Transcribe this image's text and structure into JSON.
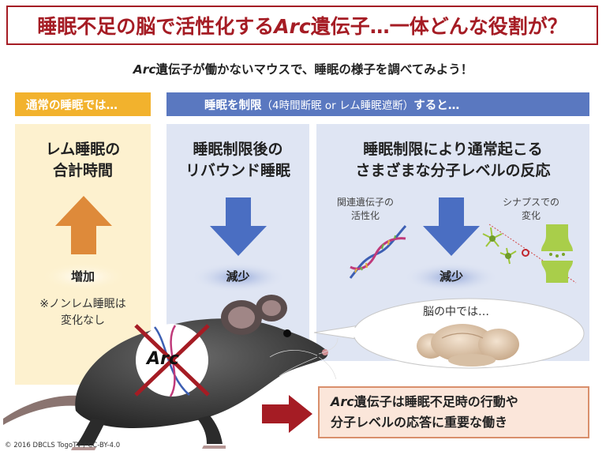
{
  "title": {
    "before": "睡眠不足の脳で活性化する",
    "italic": "Arc",
    "after": "遺伝子…一体どんな役割が？"
  },
  "subtitle": {
    "italic": "Arc",
    "text": "遺伝子が働かないマウスで、睡眠の様子を調べてみよう！"
  },
  "headers": {
    "normal": "通常の睡眠では…",
    "restricted_main": "睡眠を制限",
    "restricted_paren": "（4時間断眠 or レム睡眠遮断）",
    "restricted_tail": "すると…"
  },
  "panel_normal": {
    "title_line1": "レム睡眠の",
    "title_line2": "合計時間",
    "result": "増加",
    "note_line1": "※ノンレム睡眠は",
    "note_line2": "変化なし"
  },
  "panel_rebound": {
    "title_line1": "睡眠制限後の",
    "title_line2": "リバウンド睡眠",
    "result": "減少"
  },
  "panel_molecular": {
    "title_line1": "睡眠制限により通常起こる",
    "title_line2": "さまざまな分子レベルの反応",
    "gene_label_line1": "関連遺伝子の",
    "gene_label_line2": "活性化",
    "synapse_label_line1": "シナプスでの",
    "synapse_label_line2": "変化",
    "result": "減少"
  },
  "mouse": {
    "arc_label": "Arc",
    "bubble_text": "脳の中では…"
  },
  "conclusion": {
    "italic": "Arc",
    "line1_rest": "遺伝子は睡眠不足時の行動や",
    "line2": "分子レベルの応答に重要な働き"
  },
  "copyright": "© 2016 DBCLS TogoTV / CC-BY-4.0",
  "colors": {
    "title_red": "#a51c24",
    "header_yellow": "#f2b22d",
    "header_blue": "#5a78c0",
    "panel_yellow": "#fdf1cf",
    "panel_blue": "#dfe5f3",
    "arrow_up": "#de8a3a",
    "arrow_down": "#4a6ec2",
    "arrow_red": "#a51c24"
  }
}
